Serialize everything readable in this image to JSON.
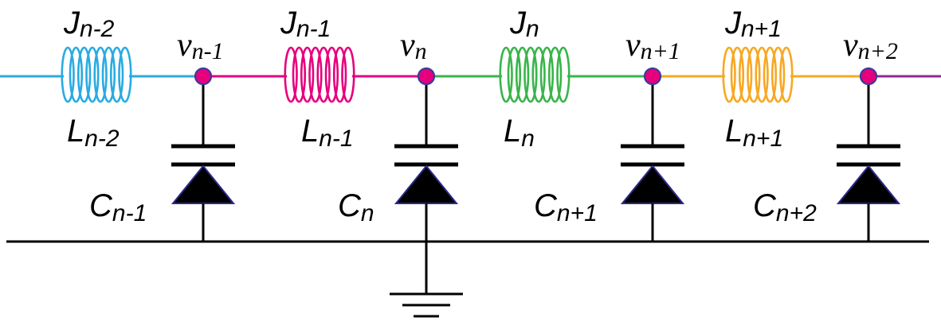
{
  "colors": {
    "wire": "#000000",
    "node_fill": "#e6007e",
    "node_stroke": "#3b3b9a",
    "diode_fill": "#000000",
    "diode_stroke": "#2a2a8a"
  },
  "lead_in_color": "#29abe2",
  "lead_out_color": "#93278f",
  "inductors": [
    {
      "j_label": "J",
      "j_sub": "n-2",
      "l_label": "L",
      "l_sub": "n-2",
      "color": "#29abe2"
    },
    {
      "j_label": "J",
      "j_sub": "n-1",
      "l_label": "L",
      "l_sub": "n-1",
      "color": "#e6007e"
    },
    {
      "j_label": "J",
      "j_sub": "n",
      "l_label": "L",
      "l_sub": "n",
      "color": "#39b54a"
    },
    {
      "j_label": "J",
      "j_sub": "n+1",
      "l_label": "L",
      "l_sub": "n+1",
      "color": "#f7a823"
    }
  ],
  "nodes": [
    {
      "v_label": "v",
      "v_sub": "n-1",
      "c_label": "C",
      "c_sub": "n-1"
    },
    {
      "v_label": "v",
      "v_sub": "n",
      "c_label": "C",
      "c_sub": "n"
    },
    {
      "v_label": "v",
      "v_sub": "n+1",
      "c_label": "C",
      "c_sub": "n+1"
    },
    {
      "v_label": "v",
      "v_sub": "n+2",
      "c_label": "C",
      "c_sub": "n+2"
    }
  ]
}
